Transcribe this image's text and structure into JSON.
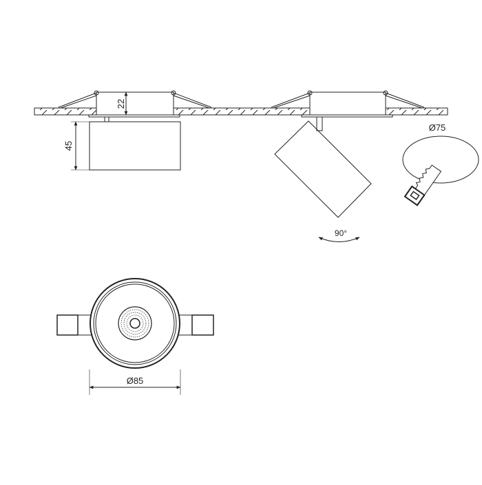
{
  "dimensions": {
    "housing_height": "22",
    "body_height": "45",
    "tilt_angle": "90°",
    "cutout_diameter": "Ø75",
    "outer_diameter": "Ø85"
  },
  "colors": {
    "line": "#222222",
    "background": "#ffffff"
  }
}
